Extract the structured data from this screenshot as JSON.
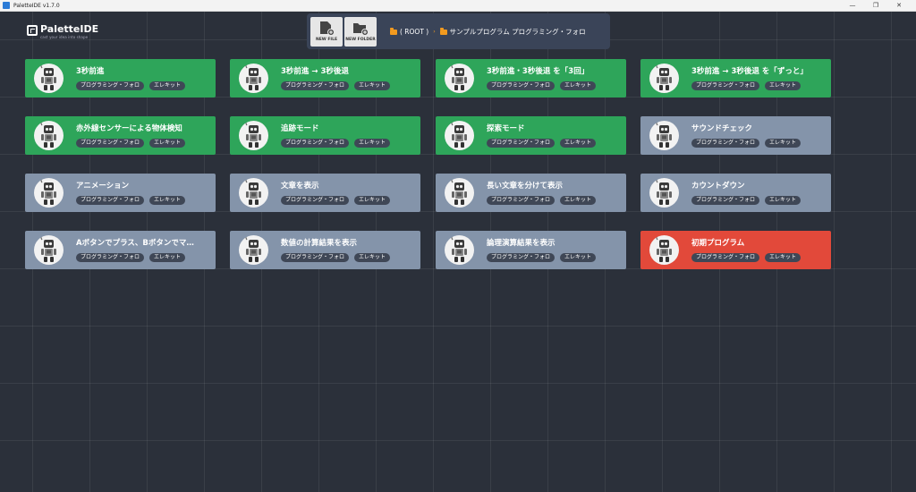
{
  "window": {
    "title": "PaletteIDE v1.7.0",
    "controls": [
      "—",
      "❐",
      "✕"
    ]
  },
  "logo": {
    "name": "PaletteIDE",
    "tagline": "cast your idea into shape"
  },
  "toolbar": {
    "new_file": "NEW FILE",
    "new_folder": "NEW FOLDER"
  },
  "breadcrumb": {
    "root": "( ROOT )",
    "separator": "›",
    "current": "サンプルプログラム プログラミング・フォロ"
  },
  "colors": {
    "green": "#2ea55a",
    "gray": "#8494aa",
    "red": "#e2493a",
    "folder": "#f29a1f",
    "background": "#2b303a"
  },
  "cards": [
    {
      "title": "3秒前進",
      "status": "green",
      "tags": [
        "プログラミング・フォロ",
        "エレキット"
      ]
    },
    {
      "title": "3秒前進 → 3秒後退",
      "status": "green",
      "tags": [
        "プログラミング・フォロ",
        "エレキット"
      ]
    },
    {
      "title": "3秒前進・3秒後退 を「3回」",
      "status": "green",
      "tags": [
        "プログラミング・フォロ",
        "エレキット"
      ]
    },
    {
      "title": "3秒前進 → 3秒後退 を「ずっと」",
      "status": "green",
      "tags": [
        "プログラミング・フォロ",
        "エレキット"
      ]
    },
    {
      "title": "赤外線センサーによる物体検知",
      "status": "green",
      "tags": [
        "プログラミング・フォロ",
        "エレキット"
      ]
    },
    {
      "title": "追跡モード",
      "status": "green",
      "tags": [
        "プログラミング・フォロ",
        "エレキット"
      ]
    },
    {
      "title": "探索モード",
      "status": "green",
      "tags": [
        "プログラミング・フォロ",
        "エレキット"
      ]
    },
    {
      "title": "サウンドチェック",
      "status": "gray",
      "tags": [
        "プログラミング・フォロ",
        "エレキット"
      ]
    },
    {
      "title": "アニメーション",
      "status": "gray",
      "tags": [
        "プログラミング・フォロ",
        "エレキット"
      ]
    },
    {
      "title": "文章を表示",
      "status": "gray",
      "tags": [
        "プログラミング・フォロ",
        "エレキット"
      ]
    },
    {
      "title": "長い文章を分けて表示",
      "status": "gray",
      "tags": [
        "プログラミング・フォロ",
        "エレキット"
      ]
    },
    {
      "title": "カウントダウン",
      "status": "gray",
      "tags": [
        "プログラミング・フォロ",
        "エレキット"
      ]
    },
    {
      "title": "Aボタンでプラス、Bボタンでマ…",
      "status": "gray",
      "tags": [
        "プログラミング・フォロ",
        "エレキット"
      ]
    },
    {
      "title": "数値の計算結果を表示",
      "status": "gray",
      "tags": [
        "プログラミング・フォロ",
        "エレキット"
      ]
    },
    {
      "title": "論理演算結果を表示",
      "status": "gray",
      "tags": [
        "プログラミング・フォロ",
        "エレキット"
      ]
    },
    {
      "title": "初期プログラム",
      "status": "red",
      "tags": [
        "プログラミング・フォロ",
        "エレキット"
      ]
    }
  ]
}
